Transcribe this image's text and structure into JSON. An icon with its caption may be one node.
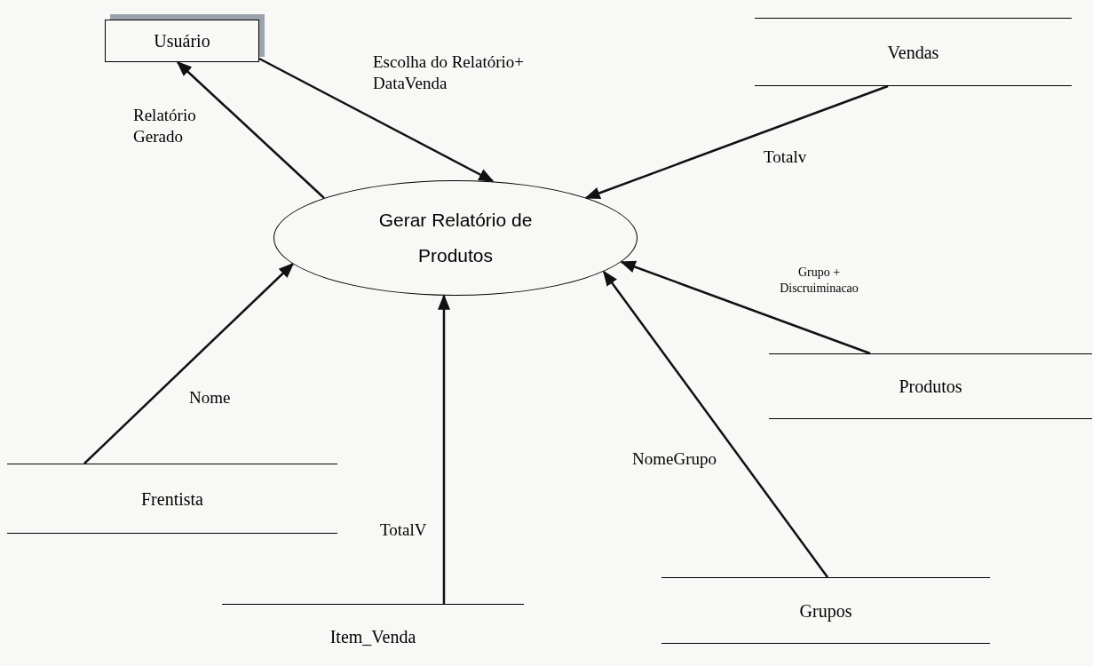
{
  "diagram": {
    "nodes": [
      {
        "text": [
          "Usuário"
        ]
      },
      {
        "text": [
          "Vendas"
        ]
      },
      {
        "text": [
          "Gerar Relatório de Produtos"
        ]
      },
      {
        "text": [
          "Produtos"
        ]
      },
      {
        "text": [
          "Frentista"
        ]
      },
      {
        "text": [
          "Grupos"
        ]
      },
      {
        "text": [
          "Item_Venda"
        ]
      }
    ],
    "edges": [
      {
        "from": 0,
        "to": 2,
        "arrow": "to",
        "label": "Escolha do Relatório+ DataVenda"
      },
      {
        "from": 2,
        "to": 0,
        "arrow": "to",
        "label": "Relatório Gerado"
      },
      {
        "from": 1,
        "to": 2,
        "arrow": "to",
        "label": "Totalv"
      },
      {
        "from": 3,
        "to": 2,
        "arrow": "to",
        "label": "Grupo + Discruiminacao"
      },
      {
        "from": 5,
        "to": 2,
        "arrow": "to",
        "label": "NomeGrupo"
      },
      {
        "from": 6,
        "to": 2,
        "arrow": "to",
        "label": "TotalV"
      },
      {
        "from": 4,
        "to": 2,
        "arrow": "to",
        "label": "Nome"
      }
    ]
  }
}
